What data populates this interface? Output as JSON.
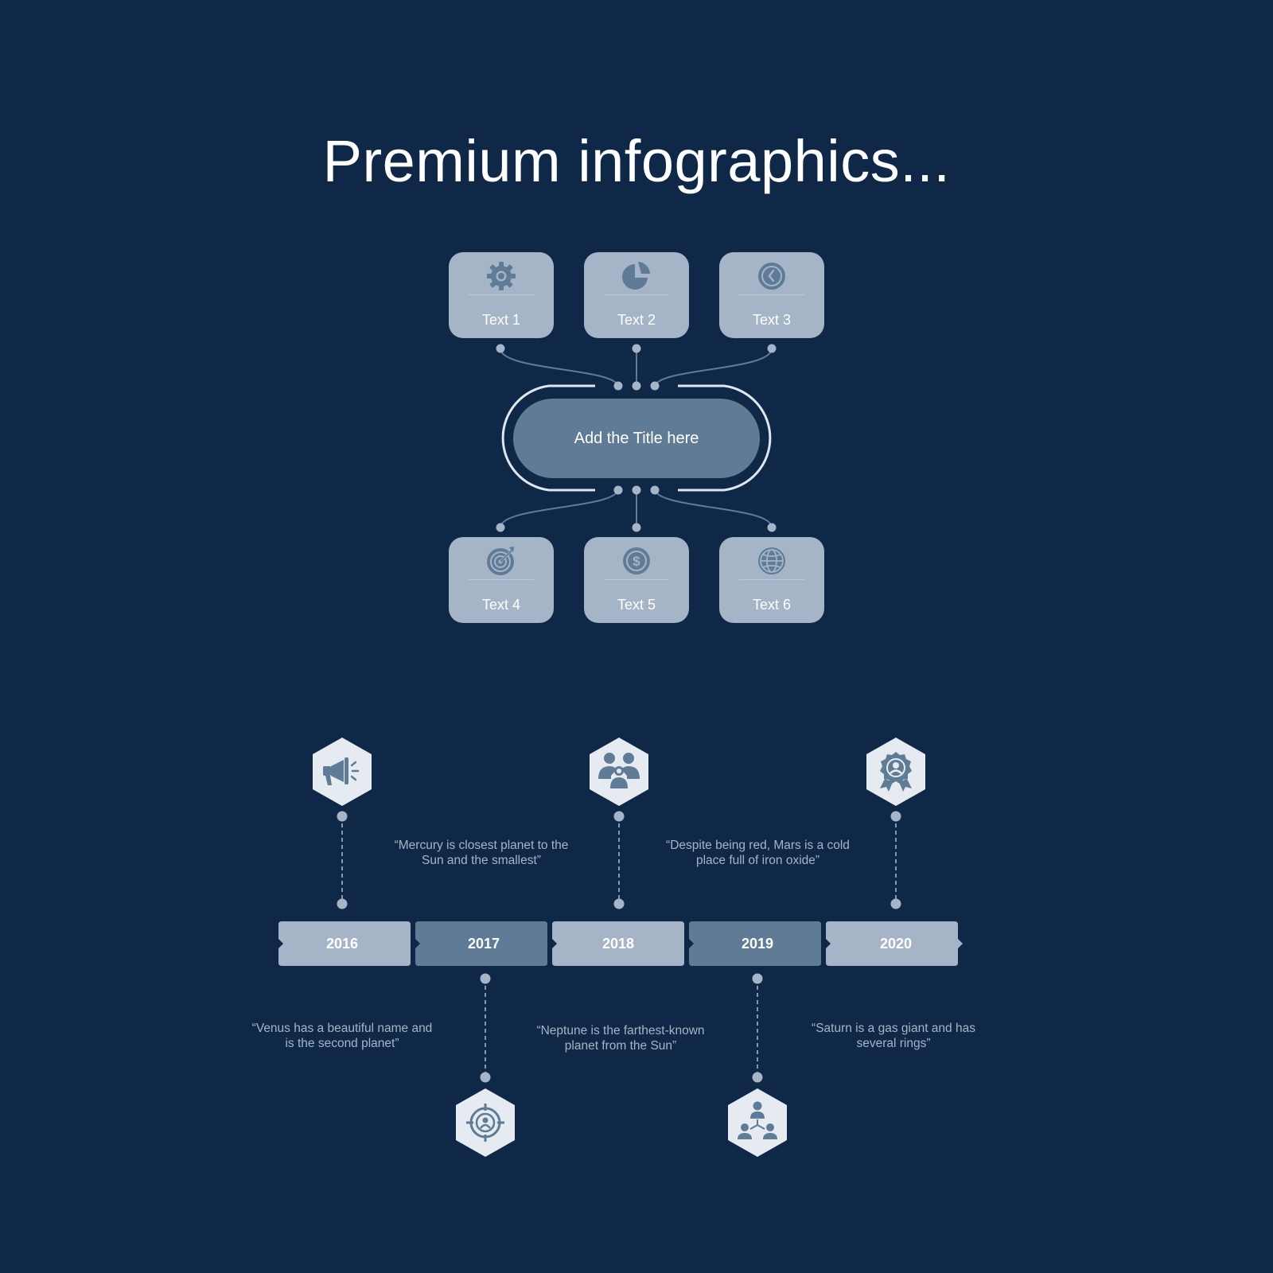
{
  "title": "Premium infographics...",
  "hub": {
    "title": "Add the Title here"
  },
  "cards_top": [
    {
      "label": "Text 1",
      "icon": "gear-icon"
    },
    {
      "label": "Text 2",
      "icon": "pie-chart-icon"
    },
    {
      "label": "Text 3",
      "icon": "clock-icon"
    }
  ],
  "cards_bottom": [
    {
      "label": "Text 4",
      "icon": "target-icon"
    },
    {
      "label": "Text 5",
      "icon": "dollar-coin-icon"
    },
    {
      "label": "Text 6",
      "icon": "globe-icon"
    }
  ],
  "timeline": {
    "years": [
      "2016",
      "2017",
      "2018",
      "2019",
      "2020"
    ],
    "quotes_top": [
      "“Mercury is closest planet to the Sun and the smallest”",
      "“Despite being red, Mars is a cold place full of iron oxide”"
    ],
    "quotes_bottom": [
      "“Venus has a beautiful name and is the second planet”",
      "“Neptune is the farthest-known planet from the Sun”",
      "“Saturn is a gas giant and has several rings”"
    ],
    "icons_top": [
      "megaphone-icon",
      "team-icon",
      "award-badge-icon"
    ],
    "icons_bottom": [
      "user-target-icon",
      "hierarchy-icon"
    ]
  },
  "colors": {
    "background": "#0f2847",
    "card": "#a5b5c7",
    "accent": "#5f7b95",
    "hexagon": "#e6ebf1",
    "text": "#ffffff"
  }
}
